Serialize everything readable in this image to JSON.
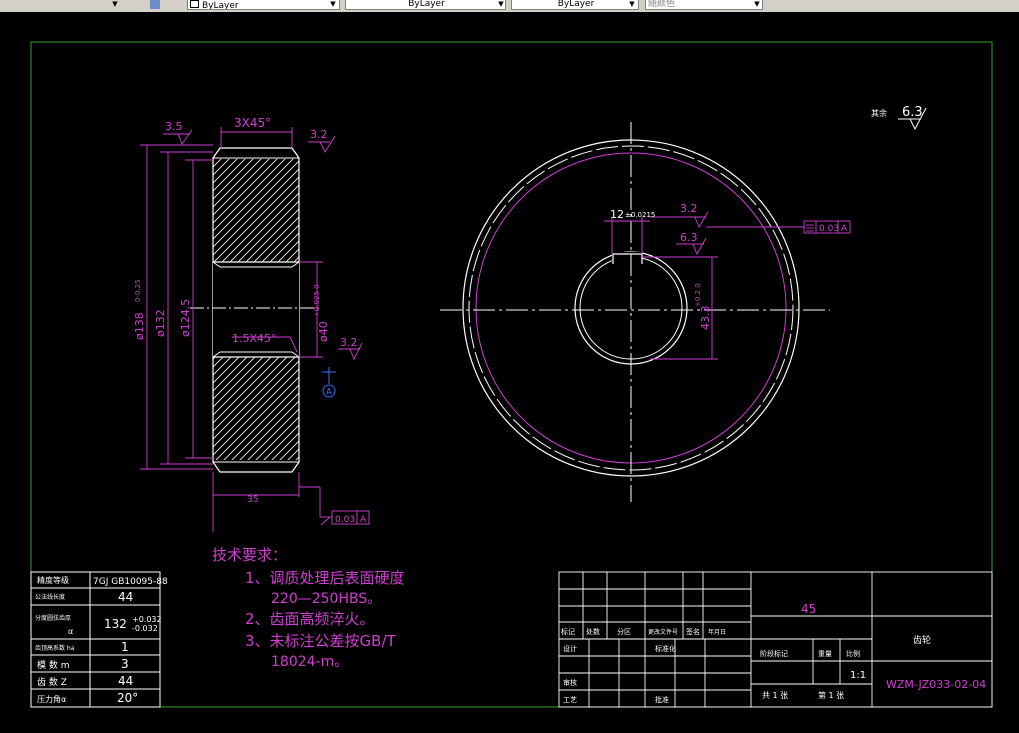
{
  "toolbar": {
    "layer_dropdown_1": "ByLayer",
    "layer_dropdown_2": "ByLayer",
    "layer_dropdown_3": "ByLayer",
    "color_dropdown": "随颜色"
  },
  "drawing": {
    "roughness_corner": "6.3",
    "roughness_corner_label": "其余",
    "section_dims": {
      "chamfer_top": "3X45°",
      "rough_left_top": "3.5",
      "rough_right_top": "3.2",
      "dia_outer": "ø138",
      "dia_outer_tol": "0-0.25",
      "dia_pitch": "ø132",
      "dia_root": "ø124.5",
      "dia_bore": "ø40",
      "dia_bore_tol": "+0.025 0",
      "chamfer_bore": "1.5X45°",
      "rough_bore": "3.2",
      "datum": "A",
      "width": "35",
      "runout_tol": "0.03",
      "runout_datum": "A"
    },
    "front_dims": {
      "keyway_width": "12",
      "keyway_tol": "±0.0215",
      "rough_keyway": "3.2",
      "rough_keyway2": "6.3",
      "keyway_depth": "43.3",
      "keyway_depth_tol": "+0.2 0",
      "symmetry_tol": "0.03",
      "symmetry_datum": "A"
    },
    "tech_req": {
      "title": "技术要求：",
      "item1_l1": "1、调质处理后表面硬度",
      "item1_l2": "220—250HBS。",
      "item2": "2、齿面高频淬火。",
      "item3_l1": "3、未标注公差按GB/T",
      "item3_l2": "18024-m。"
    },
    "gear_table": {
      "rows": [
        {
          "label": "精度等级",
          "value": "7GJ GB10095-88"
        },
        {
          "label": "公法线长度",
          "value": "44"
        },
        {
          "label": "分度圆弦齿厚",
          "value": "132+0.032"
        },
        {
          "label": "齿顶高系数 ha",
          "value": "1"
        },
        {
          "label": "模 数 m",
          "value": "3"
        },
        {
          "label": "齿 数 Z",
          "value": "44"
        },
        {
          "label": "压力角α",
          "value": "20°"
        }
      ],
      "tol_upper": "+0.032",
      "tol_lower": "-0.032",
      "alpha_mark": "α"
    },
    "title_block": {
      "material": "45",
      "part_name": "齿轮",
      "drawing_no": "WZM-JZ033-02-04",
      "scale": "1:1",
      "sheets": "共 1 张",
      "sheet_no": "第 1 张",
      "stage_mark": "阶段标记",
      "weight": "重量",
      "ratio": "比例",
      "marks": "标记",
      "count": "处数",
      "zone": "分区",
      "change_doc": "更改文件号",
      "sign": "签名",
      "date": "年月日",
      "design": "设计",
      "standard": "标准化",
      "check": "审核",
      "process": "工艺",
      "approve": "批准"
    }
  },
  "colors": {
    "yellow": "#ffffff",
    "magenta": "#d23cd2",
    "green": "#2fa02f",
    "cyan": "#00c8c8",
    "blue": "#3a6bff"
  }
}
